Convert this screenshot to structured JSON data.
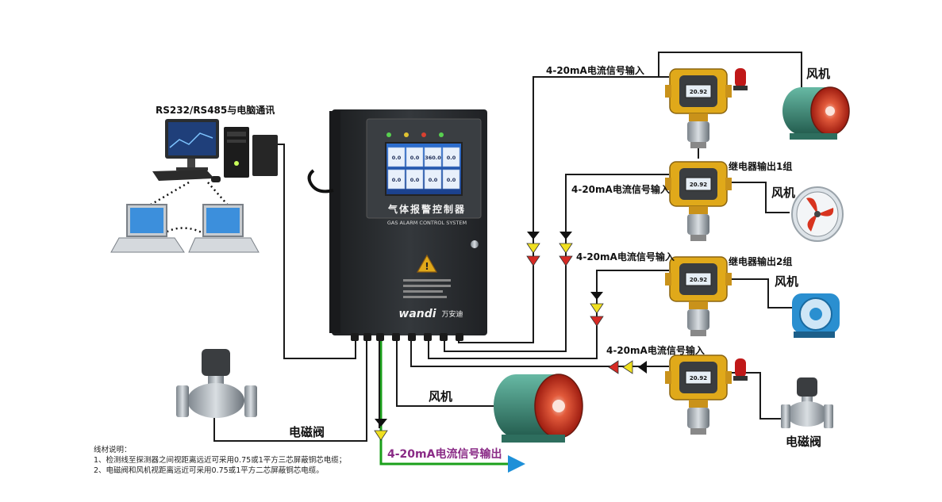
{
  "labels": {
    "rs_comm": "RS232/RS485与电脑通讯",
    "current_in_1": "4-20mA电流信号输入",
    "current_in_2": "4-20mA电流信号输入",
    "current_in_3": "4-20mA电流信号输入",
    "current_in_4": "4-20mA电流信号输入",
    "relay_out_1": "继电器输出1组",
    "relay_out_2": "继电器输出2组",
    "fan_1": "风机",
    "fan_2": "风机",
    "fan_3": "风机",
    "fan_bottom": "风机",
    "valve_left": "电磁阀",
    "valve_right": "电磁阀",
    "current_out": "4-20mA电流信号输出"
  },
  "controller": {
    "title_cn": "气体报警控制器",
    "title_en": "GAS ALARM CONTROL SYSTEM",
    "brand": "wandi",
    "brand_cn": "万安迪",
    "screen_values": [
      "0.0",
      "0.0",
      "360.0",
      "0.0",
      "0.0",
      "0.0",
      "0.0",
      "0.0"
    ]
  },
  "detectors": {
    "display_value": "20.92"
  },
  "notes": {
    "title": "线材说明：",
    "line1": "1、检测线至探测器之间视距离远近可采用0.75或1平方三芯屏蔽铜芯电缆；",
    "line2": "2、电磁阀和风机视距离远近可采用0.75或1平方二芯屏蔽铜芯电缆。"
  },
  "colors": {
    "wire": "#1a1a1a",
    "green_wire": "#1aa01a",
    "output_arrow": "#1e90d8",
    "output_text": "#8a2b86",
    "enclosure": "#2b2e31",
    "detector_yellow": "#e0a91a",
    "fan_red": "#d8341f",
    "fan_green": "#3a8f7a",
    "fan_blue": "#2a8fd0"
  }
}
